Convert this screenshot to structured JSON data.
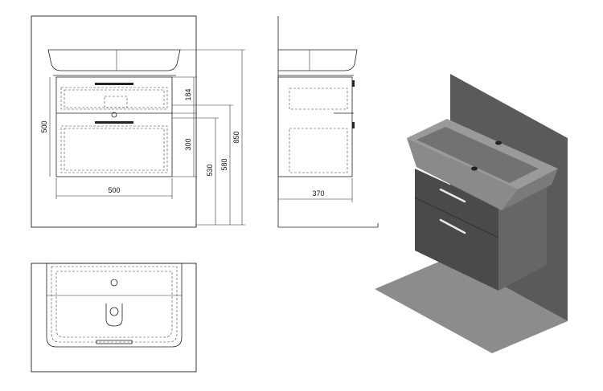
{
  "dimensions": {
    "front_width": "500",
    "front_height_cabinet": "500",
    "drawer_top": "184",
    "drawer_bottom": "300",
    "height_530": "530",
    "height_580": "580",
    "height_850": "850",
    "side_depth": "370"
  },
  "colors": {
    "cabinet": "#4a4a4a",
    "cabinet_side": "#5e5e5e",
    "wall": "#555555",
    "floor": "#8a8a8a",
    "basin": "#8e8e8e",
    "basin_inner": "#6f6f6f",
    "handle": "#e8e8e8"
  }
}
